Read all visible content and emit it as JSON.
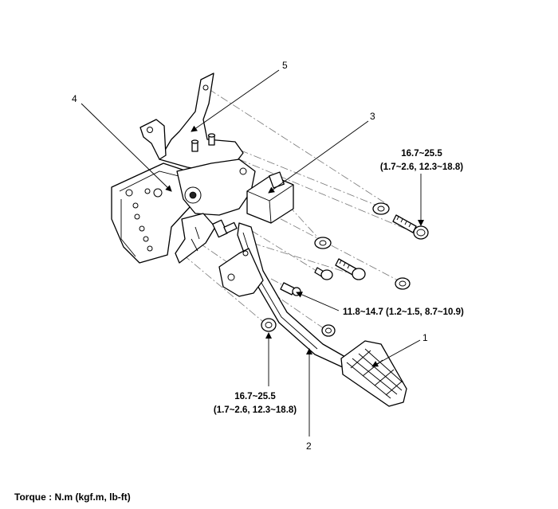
{
  "callouts": {
    "c1": "1",
    "c2": "2",
    "c3": "3",
    "c4": "4",
    "c5": "5"
  },
  "torque_specs": {
    "upper_right": {
      "line1": "16.7~25.5",
      "line2": "(1.7~2.6, 12.3~18.8)"
    },
    "middle_right": {
      "line1": "11.8~14.7 (1.2~1.5, 8.7~10.9)"
    },
    "lower_left": {
      "line1": "16.7~25.5",
      "line2": "(1.7~2.6, 12.3~18.8)"
    }
  },
  "footer": {
    "torque_unit": "Torque : N.m (kgf.m, lb-ft)"
  }
}
